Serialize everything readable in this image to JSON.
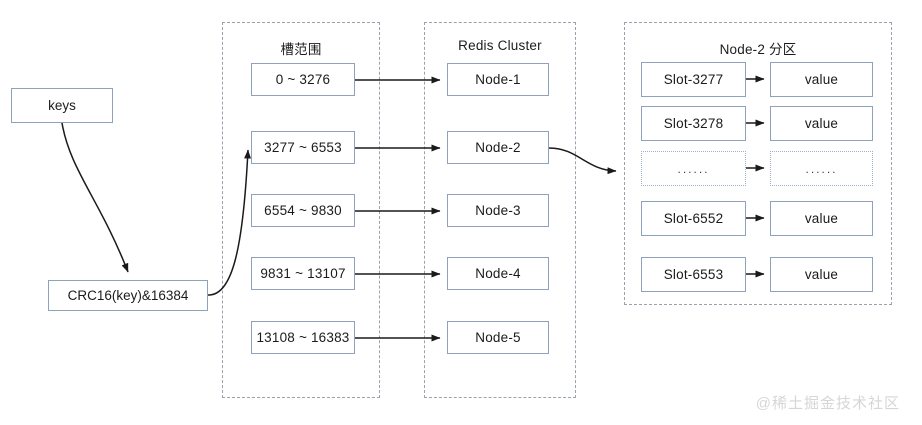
{
  "diagram": {
    "title_hidden": "",
    "watermark": "@稀土掘金技术社区"
  },
  "left_flow": {
    "keys_box": "keys",
    "crc_box": "CRC16(key)&16384"
  },
  "slot_panel": {
    "title": "槽范围",
    "items": [
      {
        "label": "0 ~ 3276"
      },
      {
        "label": "3277 ~ 6553"
      },
      {
        "label": "6554 ~ 9830"
      },
      {
        "label": "9831 ~ 13107"
      },
      {
        "label": "13108 ~ 16383"
      }
    ]
  },
  "cluster_panel": {
    "title": "Redis Cluster",
    "items": [
      {
        "label": "Node-1"
      },
      {
        "label": "Node-2"
      },
      {
        "label": "Node-3"
      },
      {
        "label": "Node-4"
      },
      {
        "label": "Node-5"
      }
    ]
  },
  "partition_panel": {
    "title": "Node-2 分区",
    "rows": [
      {
        "slot": "Slot-3277",
        "value": "value",
        "ellipsis": false
      },
      {
        "slot": "Slot-3278",
        "value": "value",
        "ellipsis": false
      },
      {
        "slot": "......",
        "value": "......",
        "ellipsis": true
      },
      {
        "slot": "Slot-6552",
        "value": "value",
        "ellipsis": false
      },
      {
        "slot": "Slot-6553",
        "value": "value",
        "ellipsis": false
      }
    ]
  },
  "colors": {
    "box_border": "#8fa2bb",
    "panel_border": "#9aa3ad",
    "arrow": "#1a1a1a",
    "text": "#1b1b1b",
    "watermark": "#d6d6d6"
  }
}
